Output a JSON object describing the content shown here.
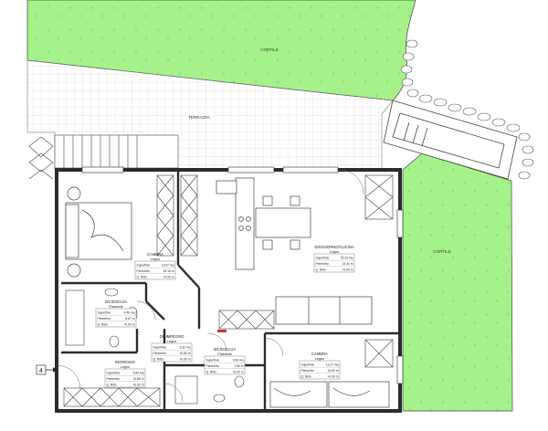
{
  "colors": {
    "grass": "#a6f28a",
    "wall": "#2b2b2b",
    "line": "#555555",
    "accent_red": "#c0392b"
  },
  "zones": {
    "cortile_top": "CORTILE",
    "cortile_right": "CORTILE",
    "terrazza": "TERRAZZA"
  },
  "entrance_marker": "4",
  "rooms": [
    {
      "id": "camera1",
      "name": "CAMERA",
      "floor": "Legno",
      "rows": [
        [
          "Superficie",
          "13.67 mq"
        ],
        [
          "Perimetro",
          "15.16 m"
        ],
        [
          "Q. finito",
          "+0.00 m"
        ]
      ]
    },
    {
      "id": "soggiorno",
      "name": "SOGGIORNO/CUCINA",
      "floor": "Legno",
      "rows": [
        [
          "Superficie",
          "25.29 mq"
        ],
        [
          "Perimetro",
          "24.31 m"
        ],
        [
          "Q. finito",
          "+0.00 m"
        ]
      ]
    },
    {
      "id": "wc1",
      "name": "WC/DOCCIA",
      "floor": "Piastrelle",
      "rows": [
        [
          "Superficie",
          "4.46 mq"
        ],
        [
          "Perimetro",
          "8.67 m"
        ],
        [
          "Q. finito",
          "+0.00 m"
        ]
      ]
    },
    {
      "id": "disimpegno",
      "name": "DISIMPEGNO",
      "floor": "Legno",
      "rows": [
        [
          "Superficie",
          "5.32 mq"
        ],
        [
          "Perimetro",
          "10.82 m"
        ],
        [
          "Q. finito",
          "+0.00 m"
        ]
      ]
    },
    {
      "id": "wc2",
      "name": "WC/DOCCIA",
      "floor": "Piastrelle",
      "rows": [
        [
          "Superficie",
          "3.83 mq"
        ],
        [
          "Perimetro",
          "7.80 m"
        ],
        [
          "Q. finito",
          "+0.00 m"
        ]
      ]
    },
    {
      "id": "ingresso",
      "name": "INGRESSO",
      "floor": "Legno",
      "rows": [
        [
          "Superficie",
          "6.83 mq"
        ],
        [
          "Perimetro",
          "10.88 m"
        ],
        [
          "Q. finito",
          "+0.00 m"
        ]
      ]
    },
    {
      "id": "camera2",
      "name": "CAMERA",
      "floor": "Legno",
      "rows": [
        [
          "Superficie",
          "12.27 mq"
        ],
        [
          "Perimetro",
          "14.60 m"
        ],
        [
          "Q. finito",
          "+0.00 m"
        ]
      ]
    }
  ]
}
